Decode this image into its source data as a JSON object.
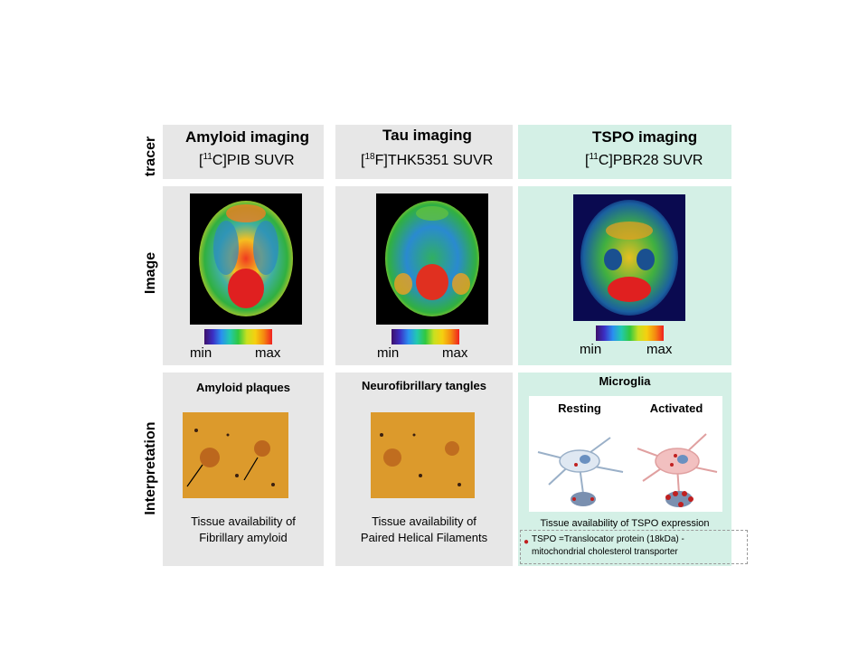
{
  "row_labels": {
    "tracer": "tracer",
    "image": "Image",
    "interpretation": "Interpretation"
  },
  "columns": [
    {
      "title": "Amyloid imaging",
      "tracer_mass": "11",
      "tracer_elem": "C",
      "tracer_name": "PIB SUVR",
      "scale_min": "min",
      "scale_max": "max",
      "interp_title": "Amyloid plaques",
      "caption_line1": "Tissue availability of",
      "caption_line2": "Fibrillary amyloid"
    },
    {
      "title": "Tau imaging",
      "tracer_mass": "18",
      "tracer_elem": "F",
      "tracer_name": "THK5351 SUVR",
      "scale_min": "min",
      "scale_max": "max",
      "interp_title": "Neurofibrillary tangles",
      "caption_line1": "Tissue availability of",
      "caption_line2": "Paired Helical Filaments"
    },
    {
      "title": "TSPO imaging",
      "tracer_mass": "11",
      "tracer_elem": "C",
      "tracer_name": "PBR28 SUVR",
      "scale_min": "min",
      "scale_max": "max",
      "interp_title": "Microglia",
      "resting": "Resting",
      "activated": "Activated",
      "caption": "Tissue availability of TSPO expression",
      "note_line1": "TSPO =Translocator protein (18kDa) -",
      "note_line2": "mitochondrial cholesterol transporter"
    }
  ],
  "colors": {
    "panel_grey": "#e7e7e7",
    "panel_mint": "#d4f0e6"
  }
}
